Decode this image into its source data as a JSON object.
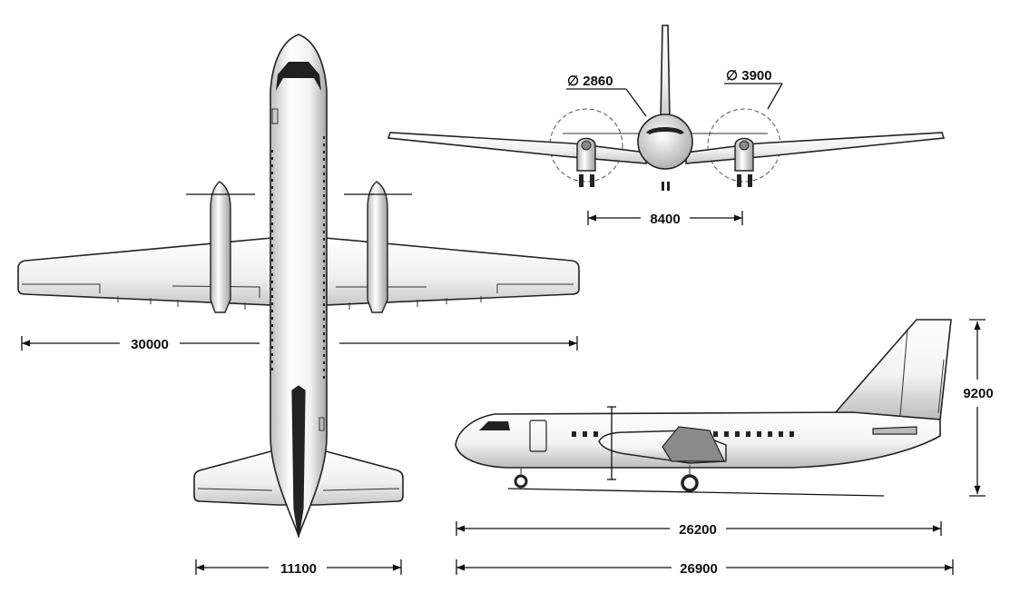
{
  "dimensions": {
    "wingspan": "30000",
    "tailplane_span": "11100",
    "track": "8400",
    "inner_prop_diameter": "∅ 2860",
    "outer_prop_diameter": "∅ 3900",
    "fuselage_length": "26200",
    "overall_length": "26900",
    "height": "9200"
  }
}
